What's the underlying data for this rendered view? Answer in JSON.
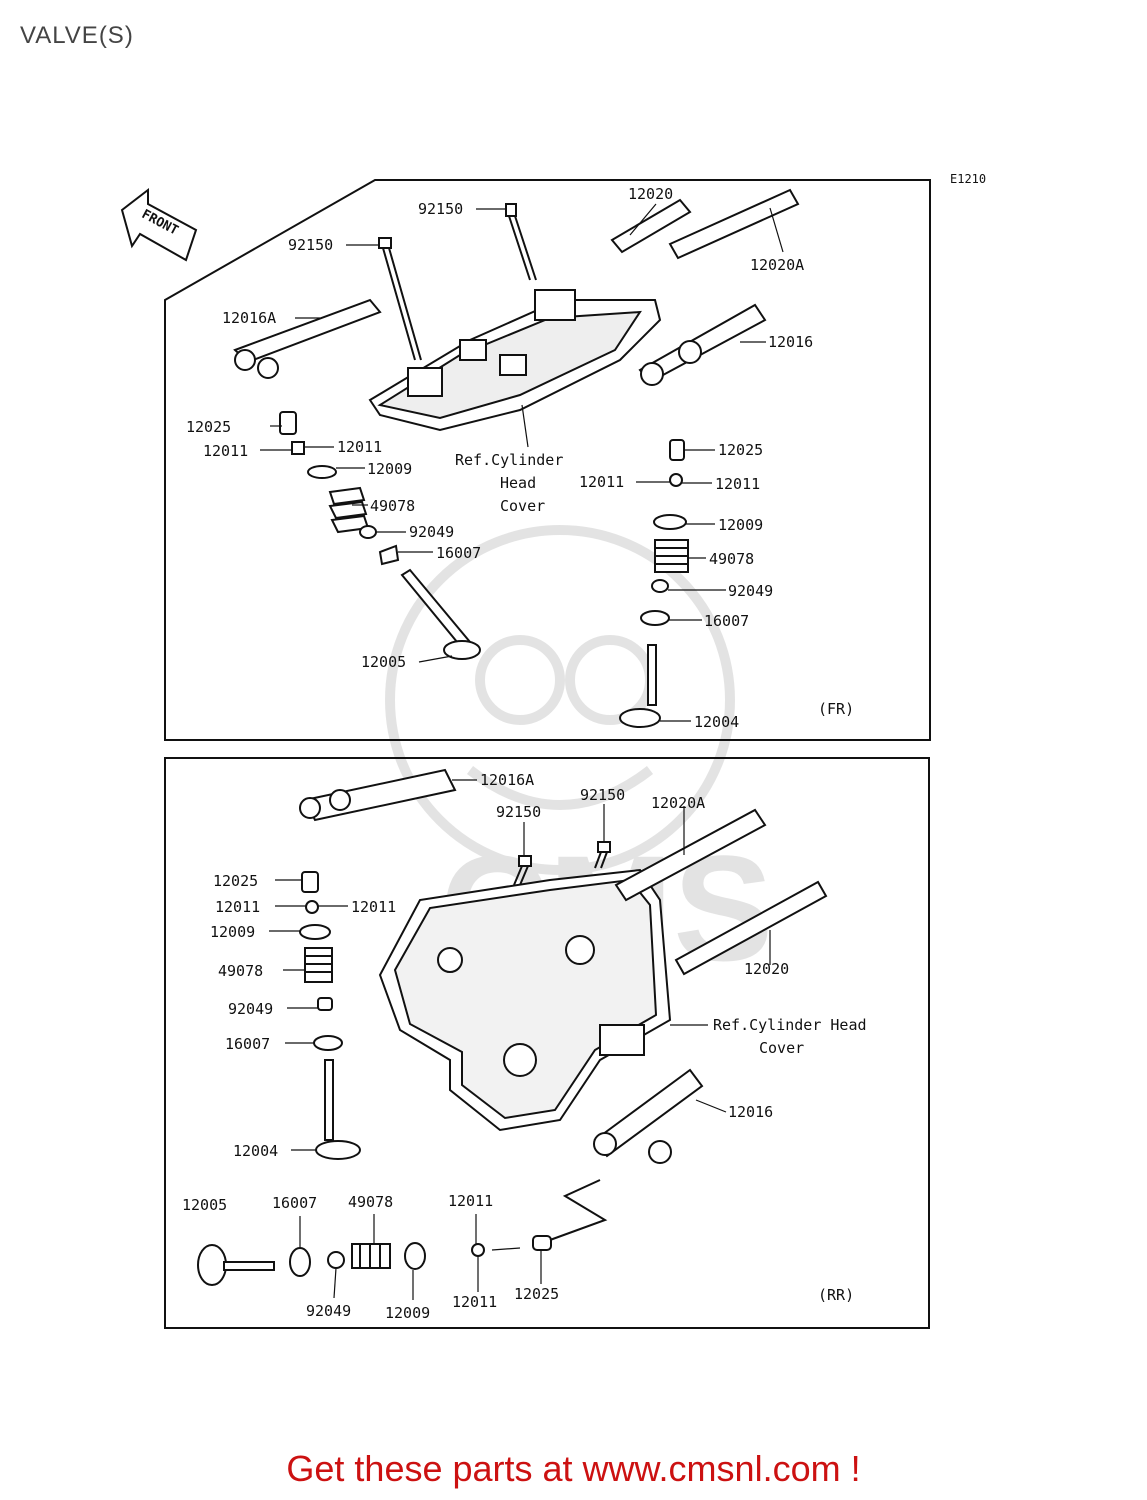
{
  "title": "VALVE(S)",
  "diagram_code": "E1210",
  "front_label": "FRONT",
  "footer": "Get these parts at www.cmsnl.com !",
  "watermark": "CMS",
  "panels": {
    "front": {
      "tag": "(FR)",
      "ref_lines": [
        "Ref.Cylinder",
        "Head",
        "Cover"
      ],
      "labels": [
        "92150",
        "92150",
        "12020",
        "12020A",
        "12016A",
        "12016",
        "12025",
        "12011",
        "12011",
        "12009",
        "49078",
        "92049",
        "16007",
        "12005",
        "12025",
        "12011",
        "12011",
        "12009",
        "49078",
        "92049",
        "16007",
        "12004"
      ]
    },
    "rear": {
      "tag": "(RR)",
      "ref_lines": [
        "Ref.Cylinder Head",
        "Cover"
      ],
      "labels": [
        "12016A",
        "92150",
        "92150",
        "12020A",
        "12025",
        "12011",
        "12011",
        "12009",
        "49078",
        "92049",
        "16007",
        "12004",
        "12020",
        "12016",
        "12005",
        "16007",
        "49078",
        "12011",
        "92049",
        "12009",
        "12011",
        "12025"
      ]
    }
  }
}
